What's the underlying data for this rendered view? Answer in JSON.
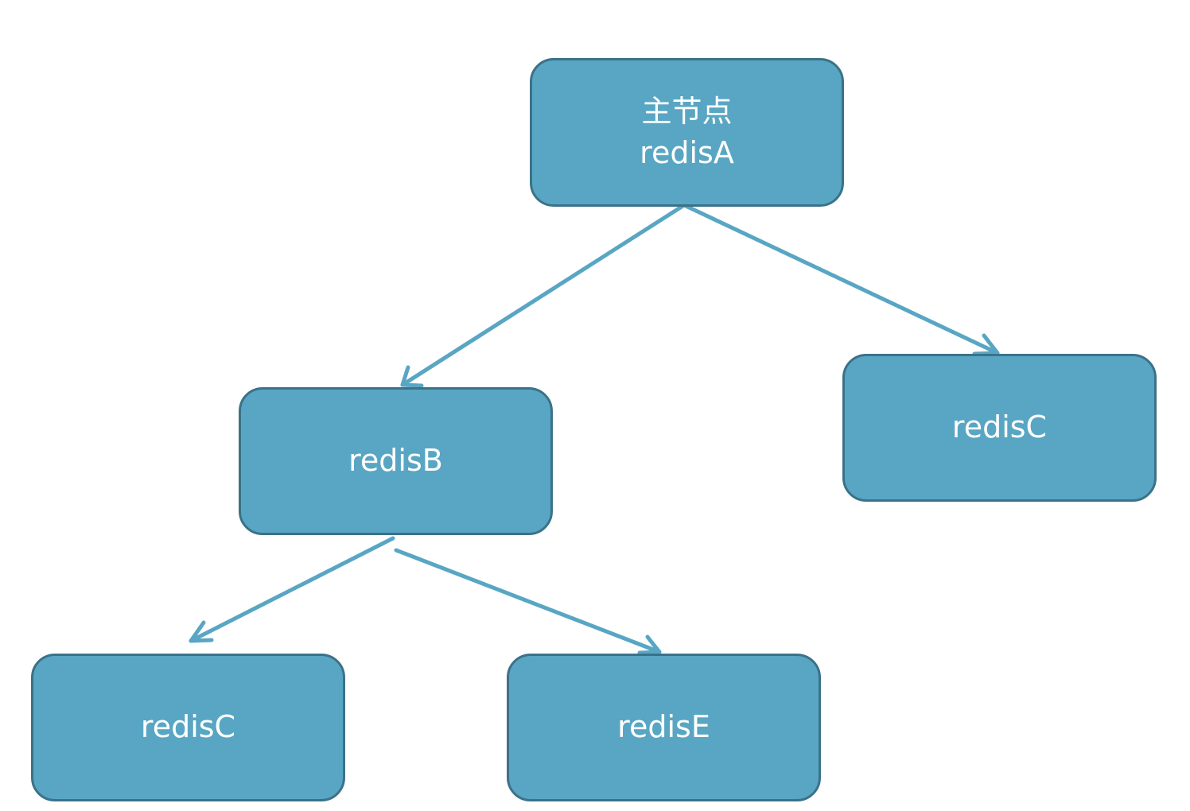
{
  "colors": {
    "node_fill": "#58a6c3",
    "node_border": "#3b7288",
    "arrow": "#58a6c3",
    "text": "#ffffff"
  },
  "nodes": {
    "redisA": {
      "line1": "主节点",
      "line2": "redisA"
    },
    "redisB": {
      "label": "redisB"
    },
    "redisC_right": {
      "label": "redisC"
    },
    "redisC_bottom": {
      "label": "redisC"
    },
    "redisE": {
      "label": "redisE"
    }
  },
  "edges": [
    {
      "from": "redisA",
      "to": "redisB"
    },
    {
      "from": "redisA",
      "to": "redisC_right"
    },
    {
      "from": "redisB",
      "to": "redisC_bottom"
    },
    {
      "from": "redisB",
      "to": "redisE"
    }
  ]
}
